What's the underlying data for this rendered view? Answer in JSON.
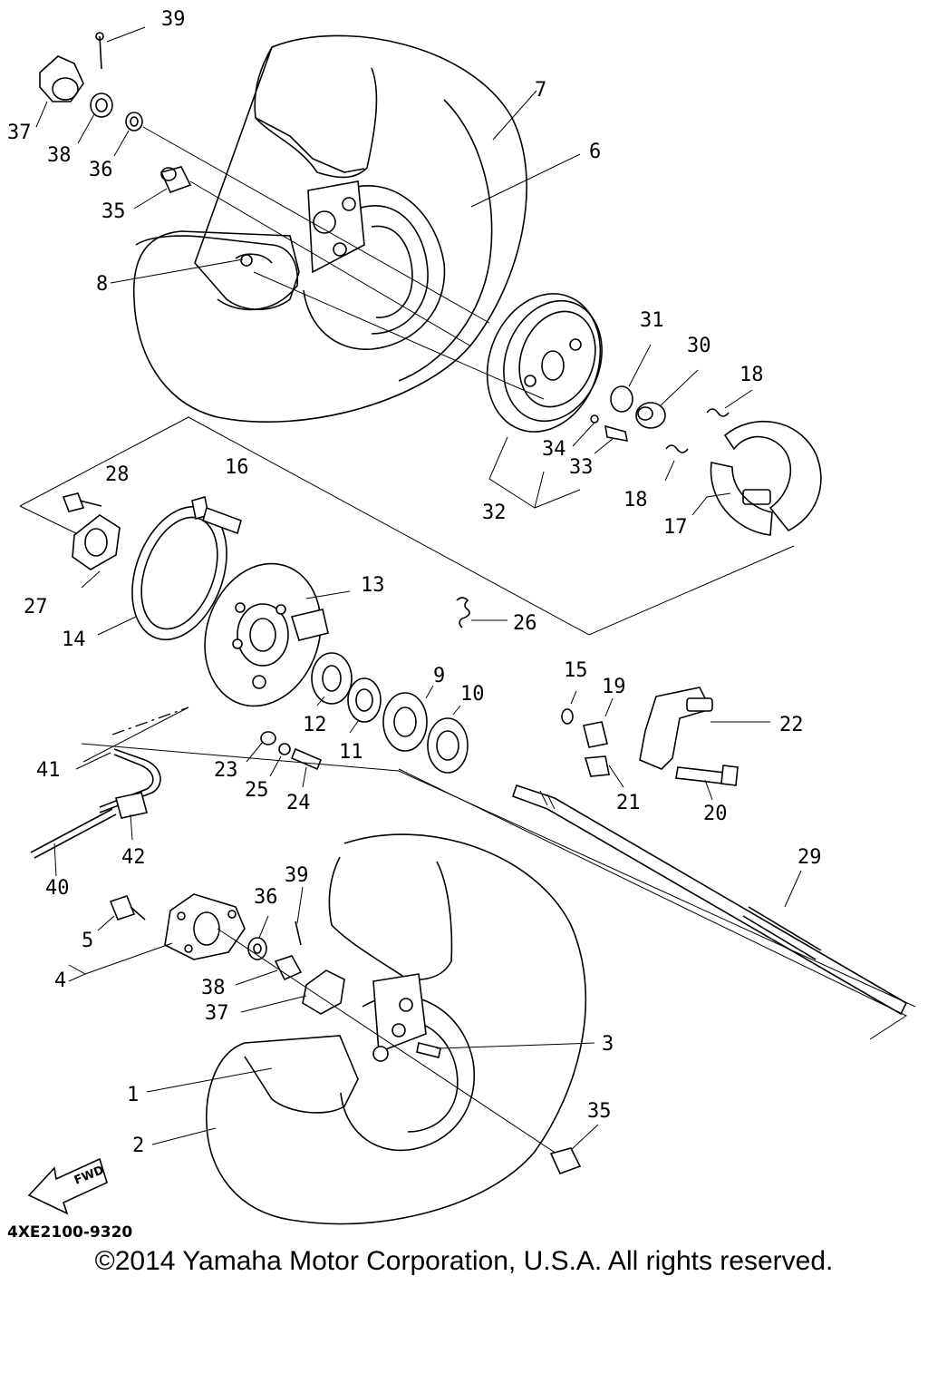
{
  "diagram": {
    "part_code": "4XE2100-9320",
    "fwd_label": "FWD",
    "copyright": "©2014 Yamaha Motor Corporation, U.S.A. All rights reserved.",
    "callouts": {
      "c1": "1",
      "c2": "2",
      "c3": "3",
      "c4": "4",
      "c5": "5",
      "c6": "6",
      "c7": "7",
      "c8": "8",
      "c9": "9",
      "c10": "10",
      "c11": "11",
      "c12": "12",
      "c13": "13",
      "c14": "14",
      "c15": "15",
      "c16": "16",
      "c17": "17",
      "c18a": "18",
      "c18b": "18",
      "c19": "19",
      "c20": "20",
      "c21": "21",
      "c22": "22",
      "c23": "23",
      "c24": "24",
      "c25": "25",
      "c26": "26",
      "c27": "27",
      "c28": "28",
      "c29": "29",
      "c30": "30",
      "c31": "31",
      "c32": "32",
      "c33": "33",
      "c34": "34",
      "c35a": "35",
      "c35b": "35",
      "c36a": "36",
      "c36b": "36",
      "c37a": "37",
      "c37b": "37",
      "c38a": "38",
      "c38b": "38",
      "c39a": "39",
      "c39b": "39",
      "c40": "40",
      "c41": "41",
      "c42": "42"
    }
  }
}
